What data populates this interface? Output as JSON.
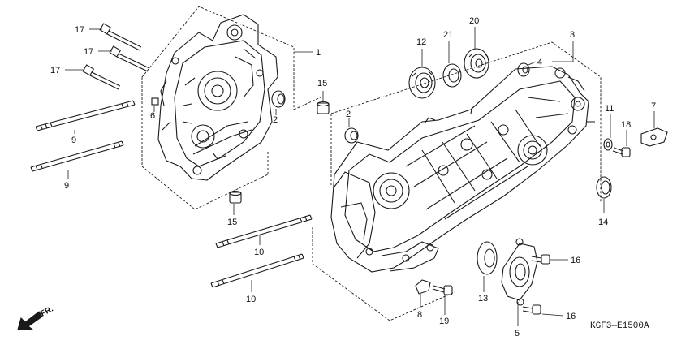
{
  "diagram": {
    "part_labels": {
      "p1": "1",
      "p2a": "2",
      "p2b": "2",
      "p3": "3",
      "p4": "4",
      "p5": "5",
      "p6": "6",
      "p7": "7",
      "p8": "8",
      "p9a": "9",
      "p9b": "9",
      "p10a": "10",
      "p10b": "10",
      "p11": "11",
      "p12": "12",
      "p13": "13",
      "p14": "14",
      "p15a": "15",
      "p15b": "15",
      "p16a": "16",
      "p16b": "16",
      "p17a": "17",
      "p17b": "17",
      "p17c": "17",
      "p18": "18",
      "p19": "19",
      "p20": "20",
      "p21": "21"
    },
    "front_marker": "FR.",
    "figure_code": "KGF3—E1500A",
    "line_color": "#1a1a1a"
  }
}
